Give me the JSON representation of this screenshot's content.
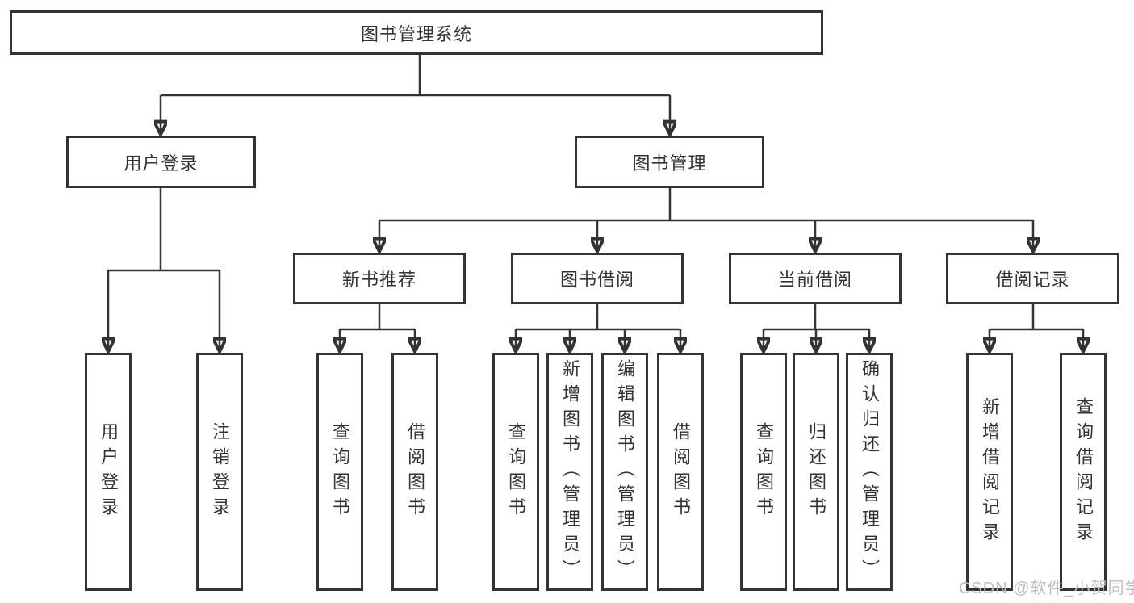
{
  "diagram": {
    "title": "图书管理系统",
    "branches": [
      {
        "label": "用户登录",
        "children": [
          {
            "label": "用户登录"
          },
          {
            "label": "注销登录"
          }
        ]
      },
      {
        "label": "图书管理",
        "children": [
          {
            "label": "新书推荐",
            "children": [
              {
                "label": "查询图书"
              },
              {
                "label": "借阅图书"
              }
            ]
          },
          {
            "label": "图书借阅",
            "children": [
              {
                "label": "查询图书"
              },
              {
                "label": "新增图书（管理员）"
              },
              {
                "label": "编辑图书（管理员）"
              },
              {
                "label": "借阅图书"
              }
            ]
          },
          {
            "label": "当前借阅",
            "children": [
              {
                "label": "查询图书"
              },
              {
                "label": "归还图书"
              },
              {
                "label": "确认归还（管理员）"
              }
            ]
          },
          {
            "label": "借阅记录",
            "children": [
              {
                "label": "新增借阅记录"
              },
              {
                "label": "查询借阅记录"
              }
            ]
          }
        ]
      }
    ]
  },
  "watermark": {
    "text": "CSDN @软件_小贺同学"
  },
  "colors": {
    "line": "#333333",
    "box_border": "#333333",
    "box_fill": "#ffffff",
    "text": "#333333",
    "watermark_text": "#c4bdbd"
  }
}
